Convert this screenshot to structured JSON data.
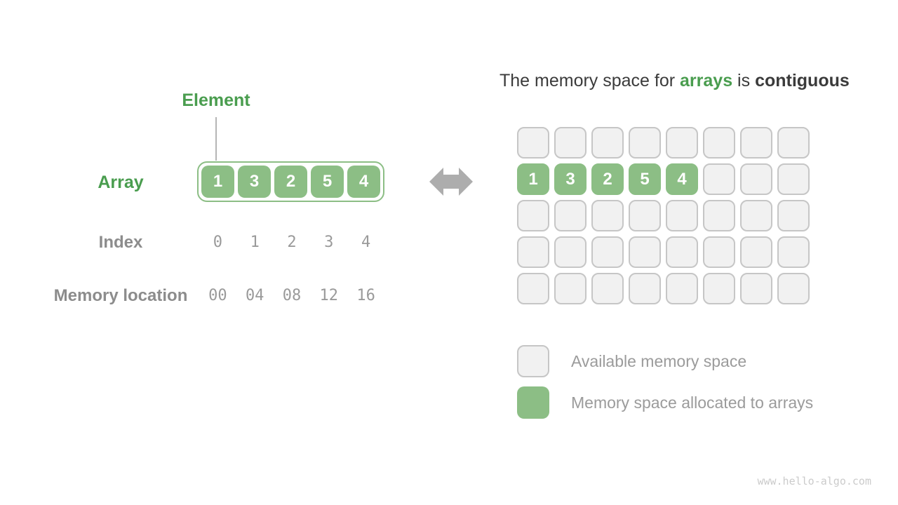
{
  "title": {
    "part1": "The memory space for ",
    "highlight": "arrays",
    "part2": " is ",
    "emphasis": "contiguous"
  },
  "array_panel": {
    "element_label": "Element",
    "array_label": "Array",
    "index_label": "Index",
    "memory_label": "Memory location",
    "values": [
      "1",
      "3",
      "2",
      "5",
      "4"
    ],
    "indices": [
      "0",
      "1",
      "2",
      "3",
      "4"
    ],
    "memory_locations": [
      "00",
      "04",
      "08",
      "12",
      "16"
    ]
  },
  "memory_grid": {
    "rows": 5,
    "cols": 8,
    "allocated_row": 1,
    "allocated_values": [
      "1",
      "3",
      "2",
      "5",
      "4"
    ]
  },
  "legend": {
    "items": [
      {
        "type": "available",
        "label": "Available memory space"
      },
      {
        "type": "allocated",
        "label": "Memory space allocated to arrays"
      }
    ]
  },
  "watermark": "www.hello-algo.com",
  "colors": {
    "green_fill": "#8CBE85",
    "green_text": "#4A9D4F",
    "gray_label": "#8C8C8C",
    "gray_value": "#9A9A9A",
    "title_text": "#3B3B3B",
    "cell_bg": "#F1F1F1",
    "cell_border": "#C6C6C6",
    "arrow": "#ADADAD"
  }
}
